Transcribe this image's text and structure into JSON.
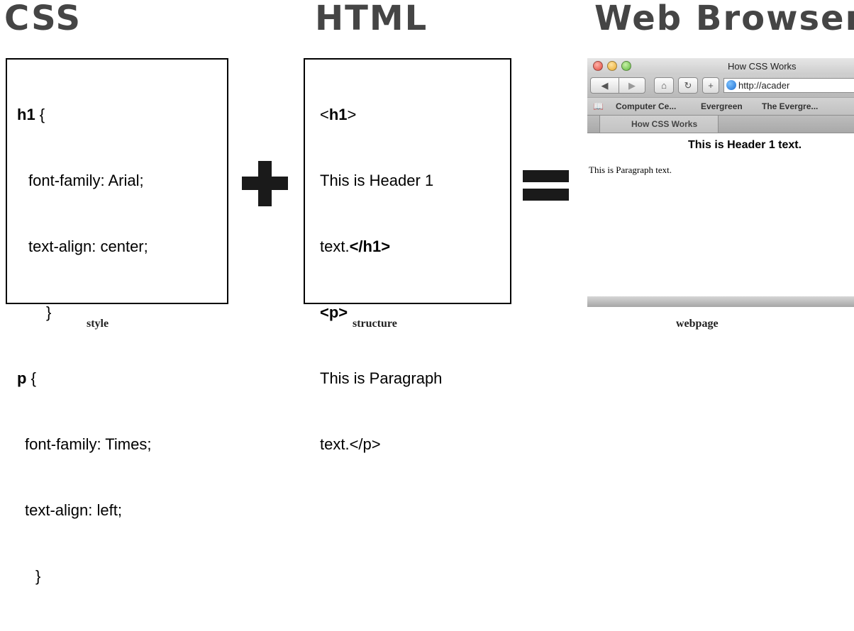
{
  "headings": {
    "css": "CSS",
    "html": "HTML",
    "browser": "Web Browser"
  },
  "css_code": {
    "line1_sel": "h1",
    "line1_brace": " {",
    "line2": "font-family: Arial;",
    "line3": "text-align: center;",
    "line4": "}",
    "line5_sel": "p",
    "line5_brace": " {",
    "line6": "font-family: Times;",
    "line7": "text-align: left;",
    "line8": "}"
  },
  "html_code": {
    "line1_open": "<",
    "line1_tag": "h1",
    "line1_close": ">",
    "line2": "This is Header 1",
    "line3_text": "text.",
    "line3_tag": "</h1>",
    "line4": "<p>",
    "line5": "This is Paragraph",
    "line6": "text.</p>"
  },
  "operators": {
    "plus": "plus",
    "equals": "equals"
  },
  "browser": {
    "window_title": "How CSS Works",
    "url": "http://acader",
    "bookmarks": [
      "Computer Ce...",
      "Evergreen",
      "The Evergre..."
    ],
    "tab_label": "How CSS Works",
    "page_h1": "This is Header 1 text.",
    "page_p": "This is Paragraph text.",
    "icons": [
      "back-icon",
      "forward-icon",
      "home-icon",
      "reload-icon",
      "add-bookmark-icon",
      "globe-icon",
      "book-icon"
    ]
  },
  "captions": {
    "style": "style",
    "structure": "structure",
    "webpage": "webpage"
  }
}
